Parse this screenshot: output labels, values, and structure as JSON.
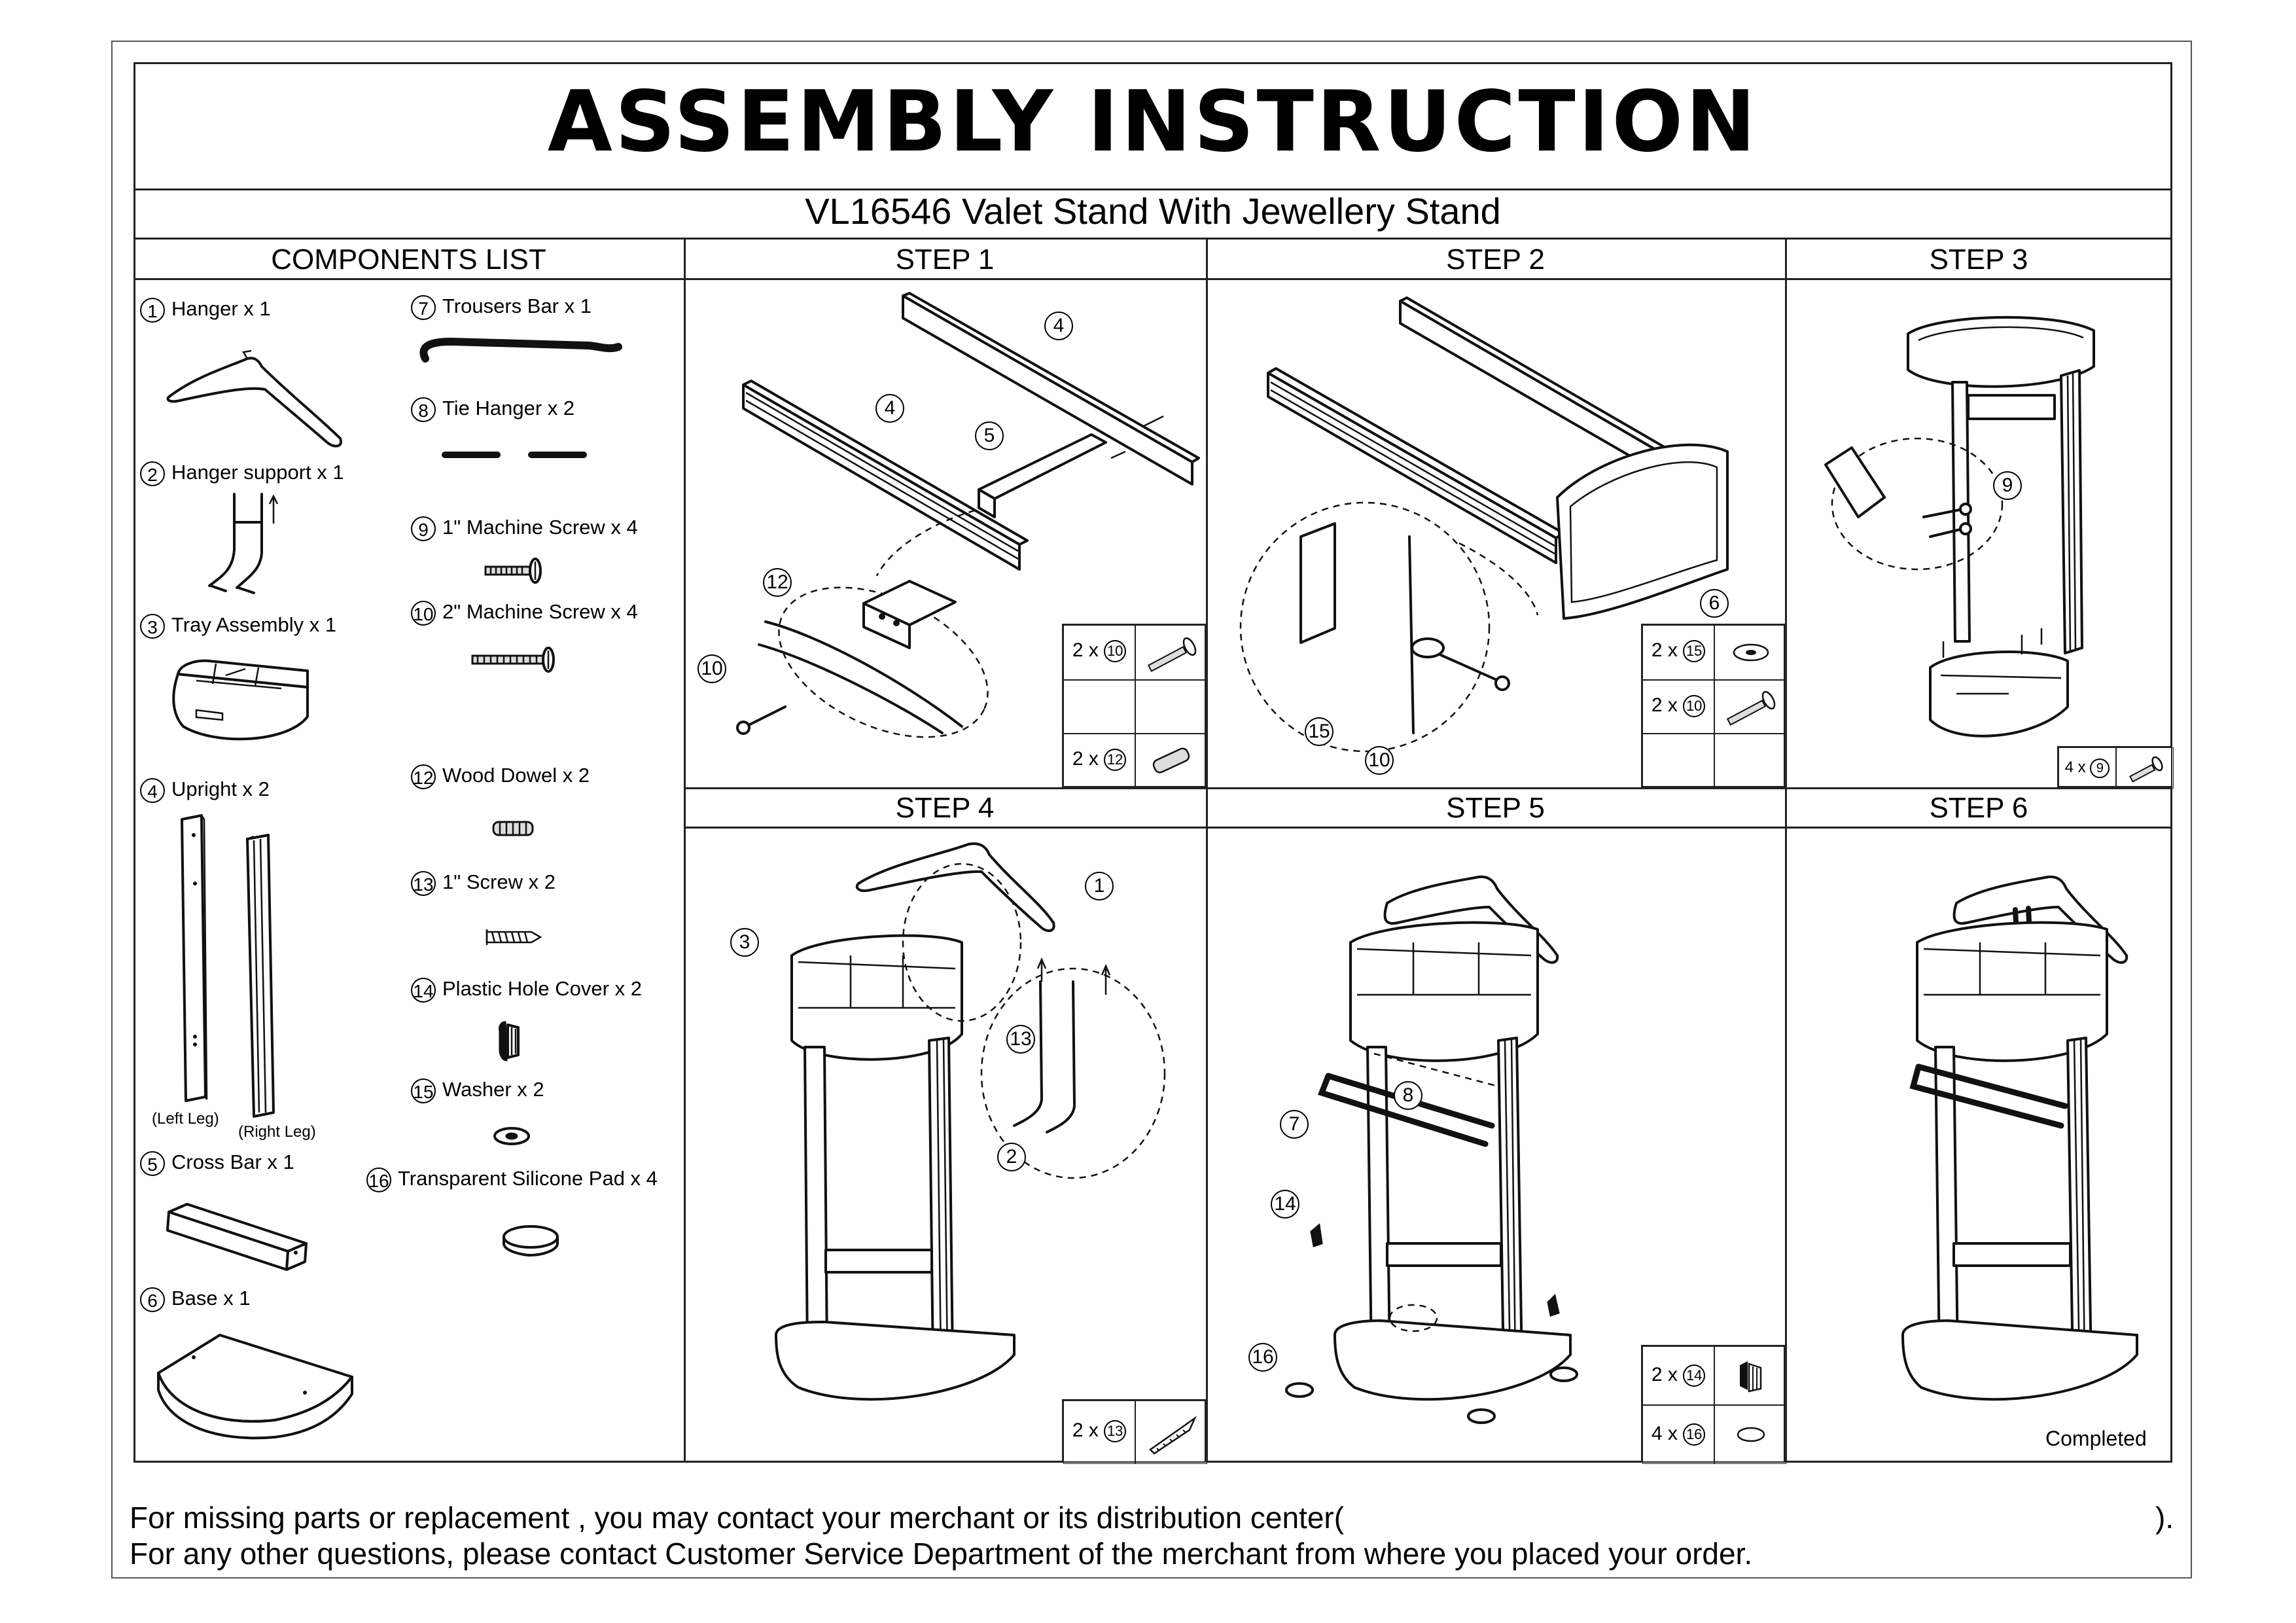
{
  "document": {
    "title": "ASSEMBLY INSTRUCTION",
    "subtitle": "VL16546   Valet Stand With Jewellery  Stand"
  },
  "components": {
    "heading": "COMPONENTS LIST",
    "items": [
      {
        "num": "1",
        "label": "Hanger  x 1"
      },
      {
        "num": "2",
        "label": "Hanger support x 1"
      },
      {
        "num": "3",
        "label": "Tray Assembly x 1"
      },
      {
        "num": "4",
        "label": "Upright x 2"
      },
      {
        "num": "5",
        "label": "Cross Bar x 1"
      },
      {
        "num": "6",
        "label": "Base x 1"
      },
      {
        "num": "7",
        "label": "Trousers Bar x 1"
      },
      {
        "num": "8",
        "label": "Tie Hanger x 2"
      },
      {
        "num": "9",
        "label": "1\" Machine Screw x 4"
      },
      {
        "num": "10",
        "label": "2\" Machine Screw x 4"
      },
      {
        "num": "12",
        "label": "Wood Dowel x 2"
      },
      {
        "num": "13",
        "label": "1\"  Screw x 2"
      },
      {
        "num": "14",
        "label": "Plastic Hole Cover x 2"
      },
      {
        "num": "15",
        "label": "Washer   x 2"
      },
      {
        "num": "16",
        "label": "Transparent  Silicone Pad x 4"
      }
    ],
    "left_leg": "(Left Leg)",
    "right_leg": "(Right Leg)"
  },
  "steps": {
    "step1": {
      "title": "STEP 1",
      "callouts": [
        "4",
        "4",
        "5",
        "12",
        "10"
      ],
      "qty": [
        {
          "q": "2 x",
          "p": "10"
        },
        {
          "q": "2 x",
          "p": "12"
        }
      ]
    },
    "step2": {
      "title": "STEP 2",
      "callouts": [
        "6",
        "15",
        "10"
      ],
      "qty": [
        {
          "q": "2 x",
          "p": "15"
        },
        {
          "q": "2 x",
          "p": "10"
        }
      ]
    },
    "step3": {
      "title": "STEP 3",
      "callouts": [
        "9"
      ],
      "qty": [
        {
          "q": "4 x",
          "p": "9"
        }
      ]
    },
    "step4": {
      "title": "STEP 4",
      "callouts": [
        "3",
        "1",
        "13",
        "2"
      ],
      "qty": [
        {
          "q": "2 x",
          "p": "13"
        }
      ]
    },
    "step5": {
      "title": "STEP 5",
      "callouts": [
        "8",
        "7",
        "14",
        "16"
      ],
      "qty": [
        {
          "q": "2 x",
          "p": "14"
        },
        {
          "q": "4 x",
          "p": "16"
        }
      ]
    },
    "step6": {
      "title": "STEP 6",
      "completed": "Completed"
    }
  },
  "footer": {
    "line1": "For missing parts or replacement , you may contact your merchant or its distribution center(",
    "line1_end": ").",
    "line2": "For any other questions, please contact Customer Service Department of the merchant from where you placed your order."
  }
}
